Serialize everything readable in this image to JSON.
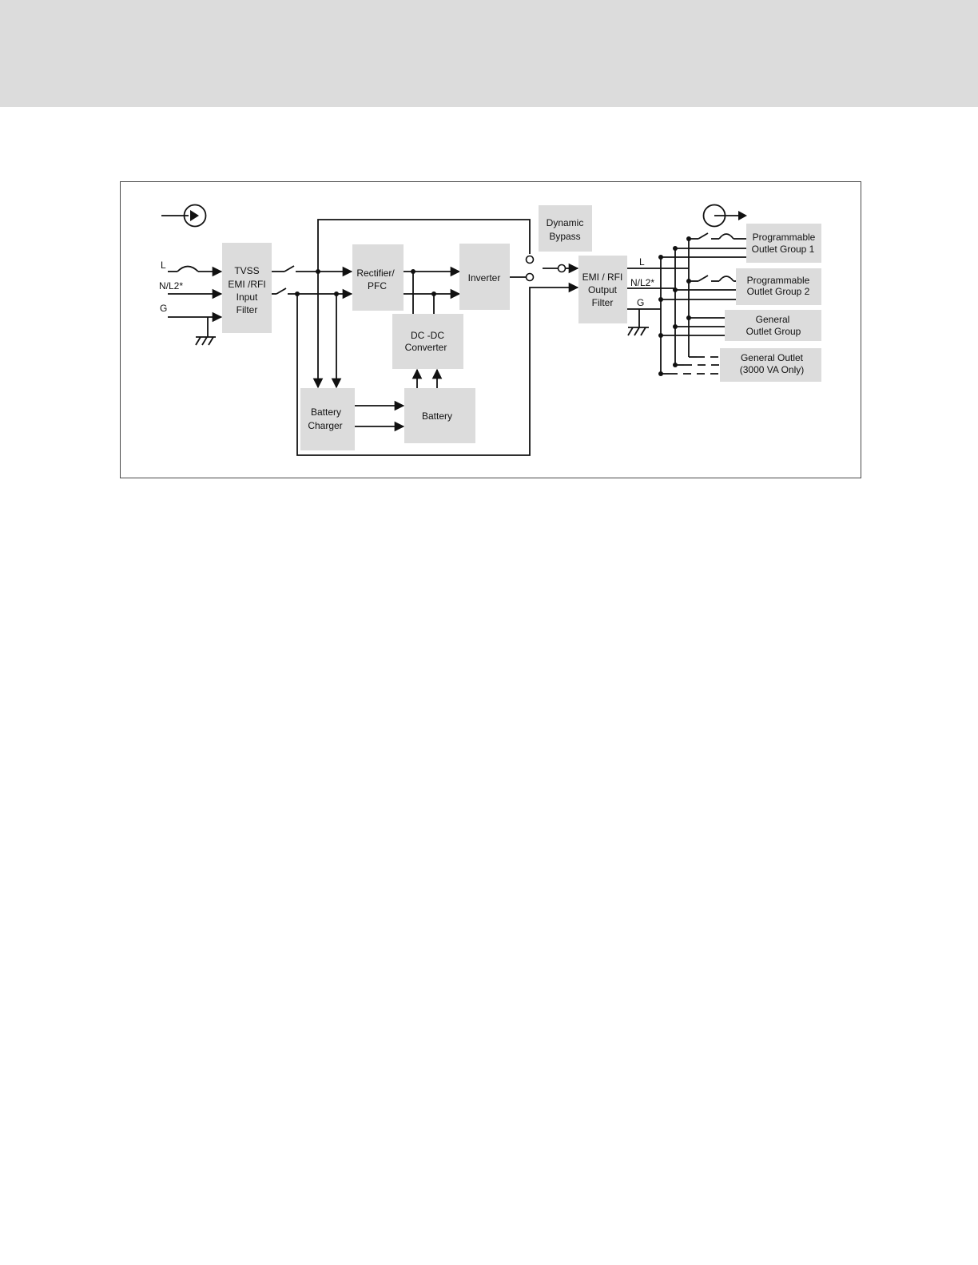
{
  "blocks": {
    "tvss": [
      "TVSS",
      "EMI /RFI",
      "Input",
      "Filter"
    ],
    "rectifier": [
      "Rectifier/",
      "PFC"
    ],
    "inverter": [
      "Inverter"
    ],
    "dynamic_bypass": [
      "Dynamic",
      "Bypass"
    ],
    "dcdc": [
      "DC -DC",
      "Converter"
    ],
    "battery_charger": [
      "Battery",
      "Charger"
    ],
    "battery": [
      "Battery"
    ],
    "emi_output": [
      "EMI / RFI",
      "Output",
      "Filter"
    ],
    "outlet_group_1": [
      "Programmable",
      "Outlet Group 1"
    ],
    "outlet_group_2": [
      "Programmable",
      "Outlet Group 2"
    ],
    "general_outlet_group": [
      "General",
      "Outlet Group"
    ],
    "general_outlet_3000": [
      "General Outlet",
      "(3000 VA Only)"
    ]
  },
  "input_labels": {
    "l": "L",
    "n": "N/L2*",
    "g": "G"
  },
  "output_labels": {
    "l": "L",
    "n": "N/L2*",
    "g": "G"
  },
  "colors": {
    "block_fill": "#dcdcdc",
    "line": "#111111",
    "band": "#dcdcdc"
  }
}
